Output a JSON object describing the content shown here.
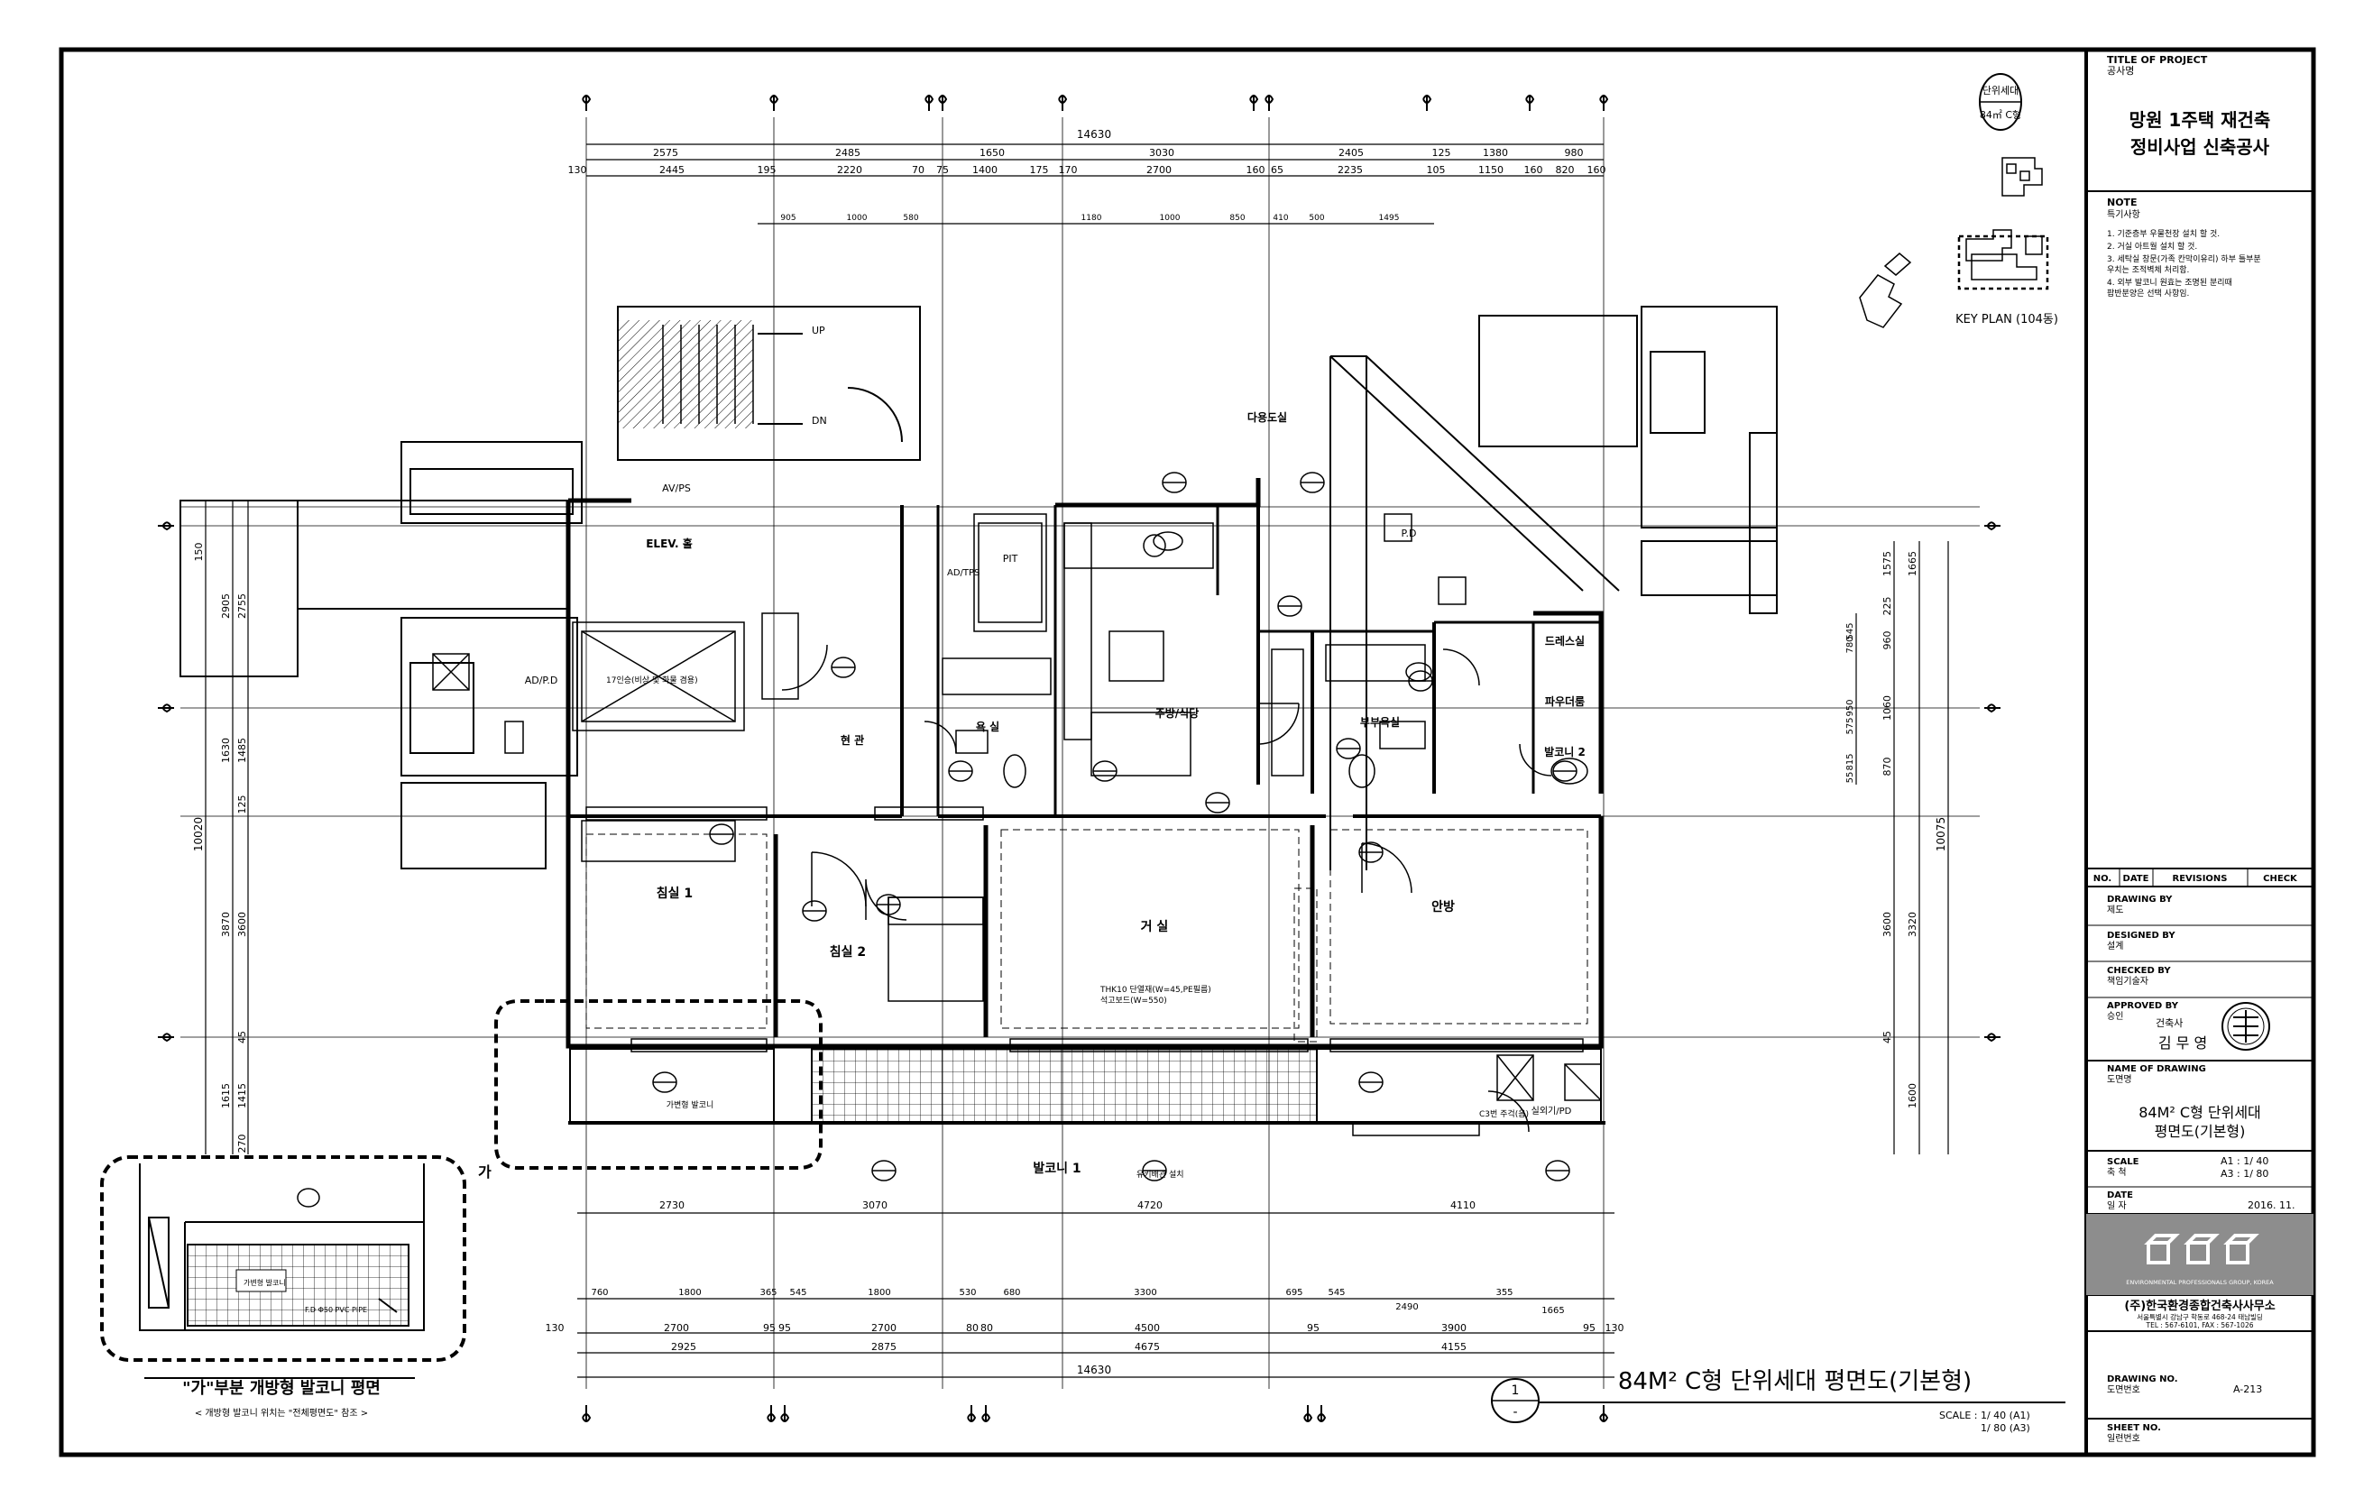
{
  "title_block": {
    "project_label_en": "TITLE OF PROJECT",
    "project_label_ko": "공사명",
    "project_name_line1": "망원 1주택 재건축",
    "project_name_line2": "정비사업 신축공사",
    "key_plan_label": "KEY PLAN (104동)",
    "note_label": "NOTE",
    "note_sub": "특기사항",
    "notes": [
      "1. 기준층부 우물천장 설치 할 것.",
      "2. 거실 아트월 설치 할 것.",
      "3. 세탁실 창문(가족 칸막이유리) 하부 틀부분",
      "   우치는 조적벽체 처리함.",
      "4. 외부 발코니 원효는 조명된 분리때",
      "   팝반분양은 선택 사항임."
    ],
    "revisions_header": [
      "NO.",
      "DATE",
      "REVISIONS",
      "CHECK"
    ],
    "drawing_by_en": "DRAWING BY",
    "drawing_by_ko": "제도",
    "designed_by_en": "DESIGNED BY",
    "designed_by_ko": "설계",
    "checked_by_en": "CHECKED BY",
    "checked_by_ko": "책임기술자",
    "approved_by_en": "APPROVED BY",
    "approved_by_ko": "승인",
    "architect_title": "건축사",
    "architect_name": "김 무 영",
    "name_of_drawing_en": "NAME OF DRAWING",
    "name_of_drawing_ko": "도면명",
    "drawing_name_line1": "84M² C형 단위세대",
    "drawing_name_line2": "평면도(기본형)",
    "scale_en": "SCALE",
    "scale_ko": "축 척",
    "scale_a1": "A1 : 1/  40",
    "scale_a3": "A3 : 1/  80",
    "date_en": "DATE",
    "date_ko": "일 자",
    "date_value": "2016. 11.",
    "logo_caption": "ENVIRONMENTAL PROFESSIONALS GROUP, KOREA",
    "company_name": "(주)한국환경종합건축사사무소",
    "company_address": "서울특별시 강남구 학동로 468-24 태남빌딩",
    "company_tel": "TEL : 567-6101, FAX : 567-1026",
    "drawing_no_en": "DRAWING NO.",
    "drawing_no_ko": "도면번호",
    "drawing_no_value": "A-213",
    "sheet_no_en": "SHEET NO.",
    "sheet_no_ko": "일련번호"
  },
  "plan": {
    "unit_tag_top": "단위세대",
    "unit_tag_bottom": "84㎡ C형",
    "main_title": "84M² C형 단위세대 평면도(기본형)",
    "detail_number_top": "1",
    "detail_number_bottom": "-",
    "scale_line1": "SCALE : 1/  40 (A1)",
    "scale_line2": "1/  80 (A3)",
    "overall_width": "14630",
    "overall_depth_left": "10020",
    "overall_depth_right": "10075",
    "top_dims_row1": [
      "2575",
      "2485",
      "1650",
      "3030",
      "2405",
      "125",
      "1380",
      "980"
    ],
    "top_dims_row2": [
      "130",
      "2445",
      "195",
      "2220",
      "70",
      "75",
      "1400",
      "175",
      "170",
      "2700",
      "160",
      "65",
      "2235",
      "105",
      "1150",
      "160",
      "820",
      "160"
    ],
    "top_dims_row3": [
      "905",
      "1000",
      "580",
      "1180",
      "1000",
      "850",
      "410",
      "500",
      "1495"
    ],
    "bottom_dims_row1": [
      "2730",
      "3070",
      "4720",
      "4110"
    ],
    "bottom_dims_row2": [
      "760",
      "1800",
      "365",
      "545",
      "1800",
      "530",
      "680",
      "3300",
      "695",
      "545",
      "2490",
      "355",
      "1665"
    ],
    "bottom_dims_row3": [
      "130",
      "2700",
      "95",
      "95",
      "2700",
      "80",
      "80",
      "4500",
      "95",
      "3900",
      "95",
      "130"
    ],
    "bottom_dims_row4": [
      "2925",
      "2875",
      "4675",
      "4155"
    ],
    "left_dims_outer": [
      "150",
      "2905",
      "1630",
      "3870",
      "1615"
    ],
    "left_dims_inner": [
      "2755",
      "1485",
      "125",
      "3600",
      "45",
      "1415",
      "270"
    ],
    "right_dims_outer": [
      "1665",
      "10075",
      "3320",
      "1600"
    ],
    "right_dims_inner": [
      "1575",
      "225",
      "960",
      "1060",
      "870",
      "3600",
      "45"
    ],
    "right_dims_mid": [
      "545",
      "780",
      "950",
      "575",
      "815",
      "55"
    ],
    "rooms": {
      "bedroom1": "침실 1",
      "bedroom2": "침실 2",
      "living": "거 실",
      "master": "안방",
      "kitchen": "주방/식당",
      "bath": "욕 실",
      "master_bath": "부부욕실",
      "entrance": "현 관",
      "dress": "드레스실",
      "powder": "파우더룸",
      "balcony1": "발코니 1",
      "balcony2": "발코니 2",
      "multi": "다용도실",
      "elev": "ELEV. 홀",
      "av": "AV/PS",
      "pd": "P.D",
      "adpd": "AD/P.D",
      "pit": "PIT",
      "outdoor": "실외기/PD",
      "open_balcony": "가변형 발코니",
      "up": "UP",
      "dn": "DN",
      "tps": "AD/TPS"
    },
    "notes": {
      "elev_note": "17인승(비상 및 화물 겸용)",
      "insulation1": "THK10 단열재(W=45,PE필름)",
      "finish1": "석고보드(W=550)",
      "dryer_note": "유키배관 설치",
      "kitchen_note": "C3번 주걱(음)"
    },
    "detail_inset": {
      "title": "\"가\"부분 개방형 발코니 평면",
      "subtitle": "< 개방형 발코니 위치는 \"전체평면도\" 참조 >",
      "label": "가",
      "pipe_note": "F.D Φ50 PVC PIPE"
    }
  }
}
